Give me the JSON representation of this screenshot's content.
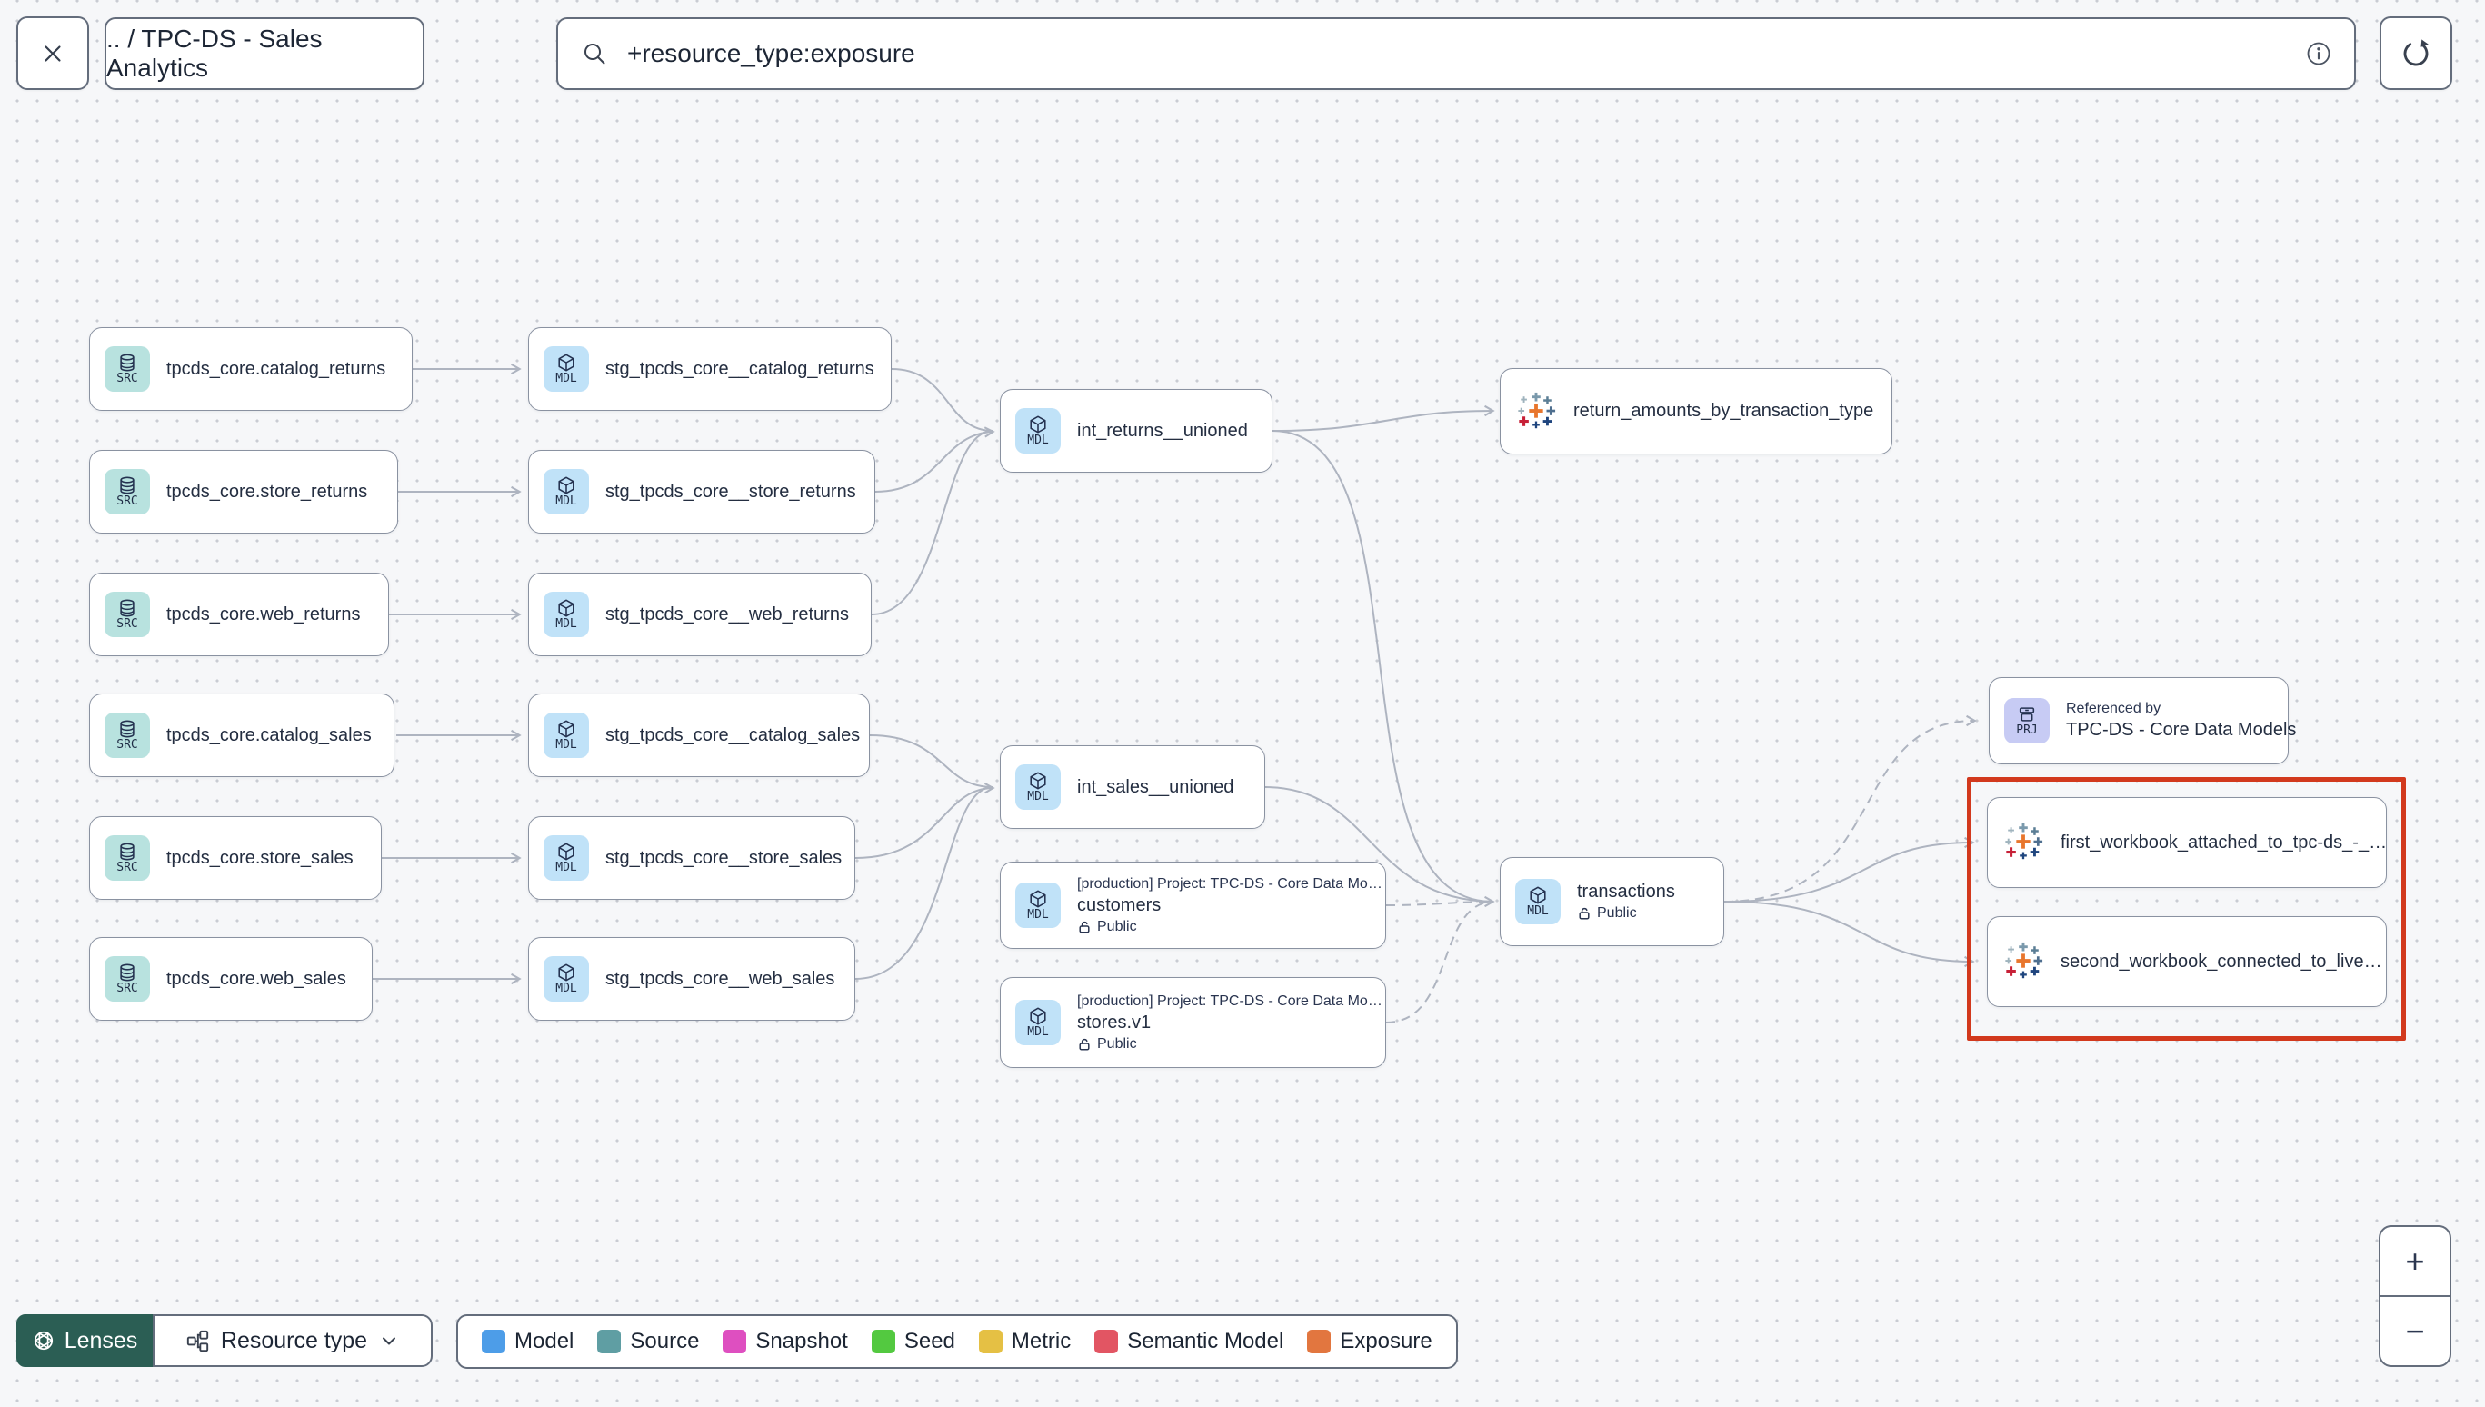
{
  "toolbar": {
    "breadcrumb": ".. / TPC-DS - Sales Analytics",
    "search_value": "+resource_type:exposure"
  },
  "badges": {
    "source": "SRC",
    "model": "MDL",
    "project": "PRJ"
  },
  "nodes": {
    "src_catalog_returns": {
      "label": "tpcds_core.catalog_returns"
    },
    "src_store_returns": {
      "label": "tpcds_core.store_returns"
    },
    "src_web_returns": {
      "label": "tpcds_core.web_returns"
    },
    "src_catalog_sales": {
      "label": "tpcds_core.catalog_sales"
    },
    "src_store_sales": {
      "label": "tpcds_core.store_sales"
    },
    "src_web_sales": {
      "label": "tpcds_core.web_sales"
    },
    "stg_catalog_returns": {
      "label": "stg_tpcds_core__catalog_returns"
    },
    "stg_store_returns": {
      "label": "stg_tpcds_core__store_returns"
    },
    "stg_web_returns": {
      "label": "stg_tpcds_core__web_returns"
    },
    "stg_catalog_sales": {
      "label": "stg_tpcds_core__catalog_sales"
    },
    "stg_store_sales": {
      "label": "stg_tpcds_core__store_sales"
    },
    "stg_web_sales": {
      "label": "stg_tpcds_core__web_sales"
    },
    "int_returns_unioned": {
      "label": "int_returns__unioned"
    },
    "int_sales_unioned": {
      "label": "int_sales__unioned"
    },
    "customers": {
      "meta": "[production] Project: TPC-DS - Core Data Mo…",
      "label": "customers",
      "visibility": "Public"
    },
    "stores": {
      "meta": "[production] Project: TPC-DS - Core Data Mo…",
      "label": "stores.v1",
      "visibility": "Public"
    },
    "transactions": {
      "label": "transactions",
      "visibility": "Public"
    },
    "exposure_return_amounts": {
      "label": "return_amounts_by_transaction_type"
    },
    "referenced_by_project": {
      "meta": "Referenced by",
      "label": "TPC-DS - Core Data Models"
    },
    "exposure_first_workbook": {
      "label": "first_workbook_attached_to_tpc-ds_-_…"
    },
    "exposure_second_workbook": {
      "label": "second_workbook_connected_to_live…"
    }
  },
  "footer": {
    "lenses_label": "Lenses",
    "lens_selector_label": "Resource type"
  },
  "legend": {
    "items": [
      {
        "label": "Model",
        "color": "#4d9de8"
      },
      {
        "label": "Source",
        "color": "#5f9ea3"
      },
      {
        "label": "Snapshot",
        "color": "#de4fc0"
      },
      {
        "label": "Seed",
        "color": "#53c940"
      },
      {
        "label": "Metric",
        "color": "#e5c044"
      },
      {
        "label": "Semantic Model",
        "color": "#e25563"
      },
      {
        "label": "Exposure",
        "color": "#e2763f"
      }
    ]
  },
  "zoom_controls": {
    "zoom_in": "+",
    "zoom_out": "−"
  },
  "colors": {
    "highlight_red": "#d2391d",
    "lenses_green": "#2b5e54",
    "edge_gray": "#aeb4c0",
    "source_chip": "#b8e2df",
    "model_chip": "#c0e2f8",
    "project_chip": "#c7cbf4"
  }
}
